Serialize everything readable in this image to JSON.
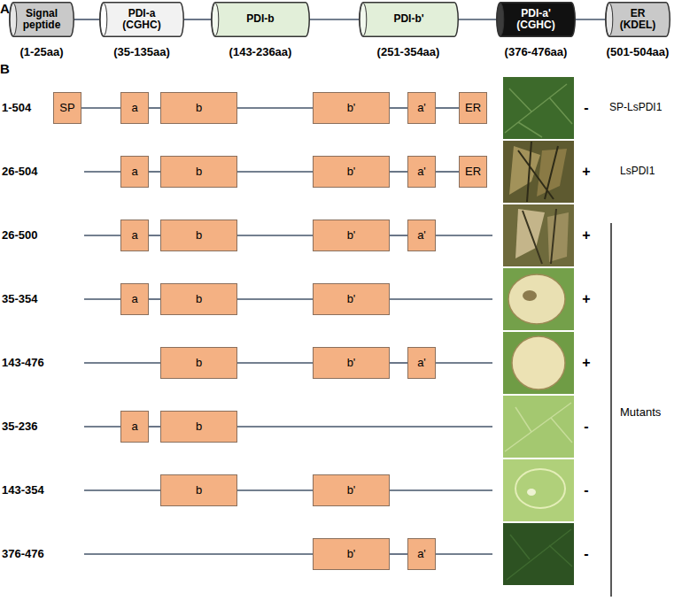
{
  "diagram": {
    "nodes": [
      {
        "text": [
          "Signal peptide"
        ]
      },
      {
        "text": [
          "PDI-a (CGHC)"
        ]
      },
      {
        "text": [
          "PDI-b"
        ]
      },
      {
        "text": [
          "PDI-b'"
        ]
      },
      {
        "text": [
          "PDI-a' (CGHC)"
        ]
      },
      {
        "text": [
          "ER (KDEL)"
        ]
      },
      {
        "text": [
          "SP"
        ]
      },
      {
        "text": [
          "a"
        ]
      },
      {
        "text": [
          "b"
        ]
      },
      {
        "text": [
          "b'"
        ]
      },
      {
        "text": [
          "a'"
        ]
      },
      {
        "text": [
          "ER"
        ]
      },
      {
        "text": [
          "a"
        ]
      },
      {
        "text": [
          "b"
        ]
      },
      {
        "text": [
          "b'"
        ]
      },
      {
        "text": [
          "a'"
        ]
      },
      {
        "text": [
          "ER"
        ]
      },
      {
        "text": [
          "a"
        ]
      },
      {
        "text": [
          "b"
        ]
      },
      {
        "text": [
          "b'"
        ]
      },
      {
        "text": [
          "a'"
        ]
      },
      {
        "text": [
          "a"
        ]
      },
      {
        "text": [
          "b"
        ]
      },
      {
        "text": [
          "b'"
        ]
      },
      {
        "text": [
          "b"
        ]
      },
      {
        "text": [
          "b'"
        ]
      },
      {
        "text": [
          "a'"
        ]
      },
      {
        "text": [
          "a"
        ]
      },
      {
        "text": [
          "b"
        ]
      },
      {
        "text": [
          "b"
        ]
      },
      {
        "text": [
          "b'"
        ]
      },
      {
        "text": [
          "b'"
        ]
      },
      {
        "text": [
          "a'"
        ]
      }
    ],
    "edges": [
      {
        "from": 0,
        "to": 1,
        "arrow": "none"
      },
      {
        "from": 1,
        "to": 2,
        "arrow": "none"
      },
      {
        "from": 2,
        "to": 3,
        "arrow": "none"
      },
      {
        "from": 3,
        "to": 4,
        "arrow": "none"
      },
      {
        "from": 4,
        "to": 5,
        "arrow": "none"
      },
      {
        "from": 6,
        "to": 7,
        "arrow": "none"
      },
      {
        "from": 7,
        "to": 8,
        "arrow": "none"
      },
      {
        "from": 8,
        "to": 9,
        "arrow": "none"
      },
      {
        "from": 9,
        "to": 10,
        "arrow": "none"
      },
      {
        "from": 10,
        "to": 11,
        "arrow": "none"
      },
      {
        "from": 12,
        "to": 13,
        "arrow": "none"
      },
      {
        "from": 13,
        "to": 14,
        "arrow": "none"
      },
      {
        "from": 14,
        "to": 15,
        "arrow": "none"
      },
      {
        "from": 15,
        "to": 16,
        "arrow": "none"
      },
      {
        "from": 17,
        "to": 18,
        "arrow": "none"
      },
      {
        "from": 18,
        "to": 19,
        "arrow": "none"
      },
      {
        "from": 19,
        "to": 20,
        "arrow": "none"
      },
      {
        "from": 21,
        "to": 22,
        "arrow": "none"
      },
      {
        "from": 22,
        "to": 23,
        "arrow": "none"
      },
      {
        "from": 24,
        "to": 25,
        "arrow": "none"
      },
      {
        "from": 25,
        "to": 26,
        "arrow": "none"
      },
      {
        "from": 27,
        "to": 28,
        "arrow": "none"
      },
      {
        "from": 29,
        "to": 30,
        "arrow": "none"
      },
      {
        "from": 31,
        "to": 32,
        "arrow": "none"
      }
    ],
    "labels": [
      "A",
      "(1-25aa)",
      "(35-135aa)",
      "(143-236aa)",
      "(251-354aa)",
      "(376-476aa)",
      "(501-504aa)",
      "B",
      "1-504",
      "-",
      "SP-LsPDI1",
      "26-504",
      "+",
      "LsPDI1",
      "26-500",
      "+",
      "35-354",
      "+",
      "143-476",
      "+",
      "35-236",
      "-",
      "143-354",
      "-",
      "376-476",
      "-",
      "Mutants"
    ]
  }
}
